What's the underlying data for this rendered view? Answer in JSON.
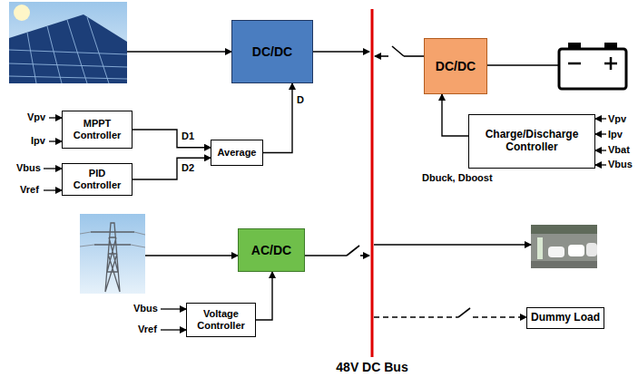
{
  "diagram": {
    "nodes": [
      {
        "text": [
          "DC/DC"
        ]
      },
      {
        "text": [
          "MPPT Controller"
        ]
      },
      {
        "text": [
          "PID Controller"
        ]
      },
      {
        "text": [
          "Average"
        ]
      },
      {
        "text": [
          "DC/DC"
        ]
      },
      {
        "text": [
          "Charge/Discharge Controller"
        ]
      },
      {
        "text": [
          "AC/DC"
        ]
      },
      {
        "text": [
          "Voltage Controller"
        ]
      },
      {
        "text": [
          "Dummy Load"
        ]
      }
    ],
    "edges": [
      {
        "from": 1,
        "to": 3,
        "label": "D1",
        "arrow": "to"
      },
      {
        "from": 2,
        "to": 3,
        "label": "D2",
        "arrow": "to"
      },
      {
        "from": 3,
        "to": 0,
        "label": "D",
        "arrow": "to"
      },
      {
        "from": 5,
        "to": 4,
        "label": "Dbuck, Dboost",
        "arrow": "to"
      },
      {
        "from": 7,
        "to": 6,
        "arrow": "to"
      }
    ],
    "labels": [
      "Vpv",
      "Ipv",
      "Vbus",
      "Vref",
      "Vpv",
      "Ipv",
      "Vbat",
      "Vbus",
      "Vbus",
      "Vref",
      "48V DC Bus"
    ]
  }
}
